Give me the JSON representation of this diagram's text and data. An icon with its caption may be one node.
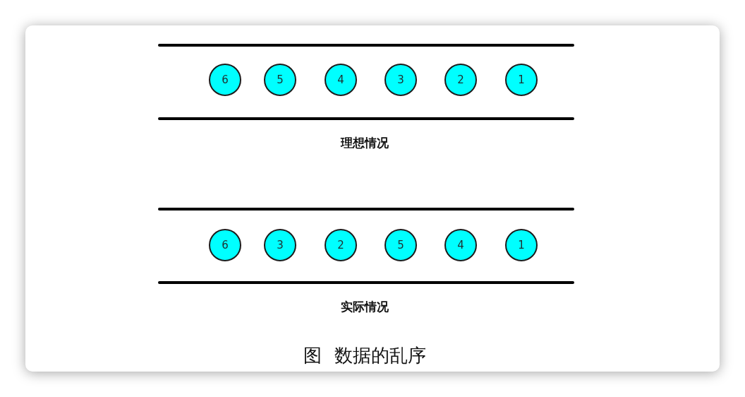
{
  "diagram": {
    "caption": "图 数据的乱序",
    "nodes": [
      {
        "text": [
          "6"
        ]
      },
      {
        "text": [
          "5"
        ]
      },
      {
        "text": [
          "4"
        ]
      },
      {
        "text": [
          "3"
        ]
      },
      {
        "text": [
          "2"
        ]
      },
      {
        "text": [
          "1"
        ]
      },
      {
        "text": [
          "6"
        ]
      },
      {
        "text": [
          "3"
        ]
      },
      {
        "text": [
          "2"
        ]
      },
      {
        "text": [
          "5"
        ]
      },
      {
        "text": [
          "4"
        ]
      },
      {
        "text": [
          "1"
        ]
      }
    ],
    "labels": [
      "理想情况",
      "实际情况"
    ]
  }
}
